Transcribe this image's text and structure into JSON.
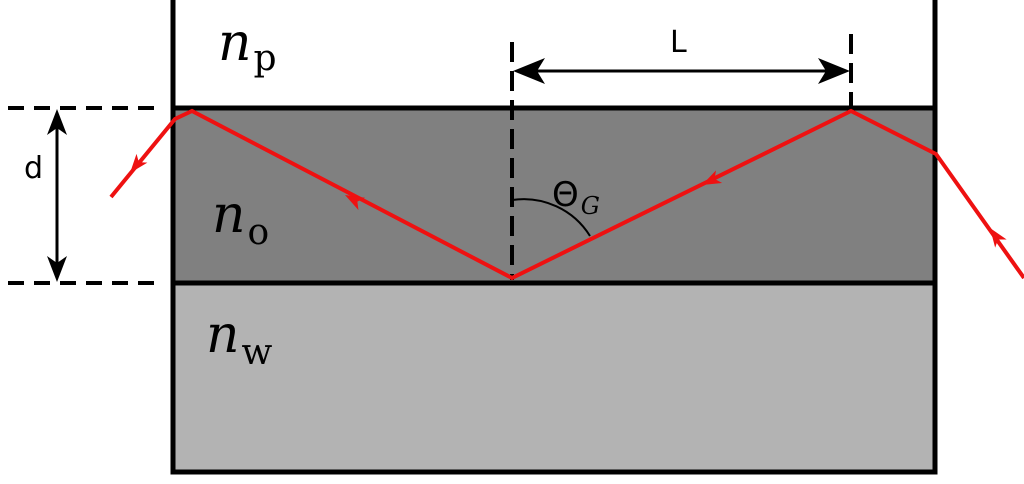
{
  "layers": {
    "top": {
      "symbol": "n",
      "subscript": "p",
      "fill": "#ffffff"
    },
    "middle": {
      "symbol": "n",
      "subscript": "o",
      "fill": "#808080"
    },
    "bottom": {
      "symbol": "n",
      "subscript": "w",
      "fill": "#b3b3b3"
    }
  },
  "dimensions": {
    "thickness_label": "d",
    "period_label": "L"
  },
  "angle": {
    "symbol": "Θ",
    "subscript": "G"
  },
  "colors": {
    "ray": "#ee1111",
    "outline": "#000000"
  }
}
